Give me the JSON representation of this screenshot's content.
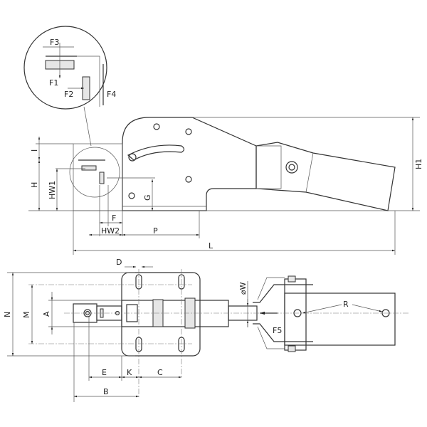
{
  "title": "Toggle clamp dimension drawing",
  "labels": {
    "F3": "F3",
    "F1": "F1",
    "F2": "F2",
    "F4": "F4",
    "I": "I",
    "H": "H",
    "HW1": "HW1",
    "G": "G",
    "F": "F",
    "HW2": "HW2",
    "P": "P",
    "L": "L",
    "H1": "H1",
    "D": "D",
    "N": "N",
    "M": "M",
    "A": "A",
    "W": "⌀W",
    "R": "R",
    "F5": "F5",
    "E": "E",
    "K": "K",
    "C": "C",
    "B": "B"
  }
}
